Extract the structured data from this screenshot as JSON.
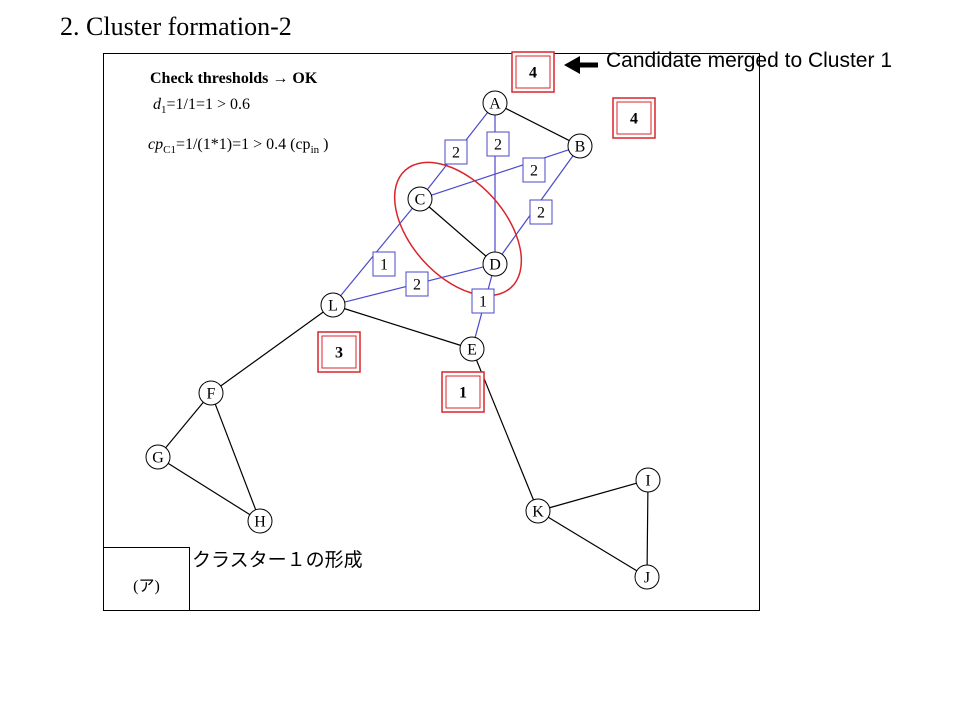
{
  "slide": {
    "title": "2. Cluster formation-2",
    "callout": "Candidate merged to Cluster 1",
    "caption_jp": "クラスター１の形成",
    "corner_label": "(ア)"
  },
  "notes": {
    "check": "Check thresholds",
    "arrow": "→",
    "ok": "OK",
    "d_var": "d",
    "d_sub": "1",
    "d_expr": "=1/1=1 > 0.6",
    "cp_var": "cp",
    "cp_sub": "C1",
    "cp_expr": "=1/(1*1)=1 > 0.4 (cp",
    "cp_in_sub": "in",
    "cp_close": " )"
  },
  "colors": {
    "edge_blue": "#4a4acb",
    "edge_black": "#000000",
    "cluster_ellipse": "#d9252b",
    "badge_border": "#d9252b"
  },
  "nodes": [
    {
      "id": "A",
      "label": "A"
    },
    {
      "id": "B",
      "label": "B"
    },
    {
      "id": "C",
      "label": "C"
    },
    {
      "id": "D",
      "label": "D"
    },
    {
      "id": "E",
      "label": "E"
    },
    {
      "id": "L",
      "label": "L"
    },
    {
      "id": "F",
      "label": "F"
    },
    {
      "id": "G",
      "label": "G"
    },
    {
      "id": "H",
      "label": "H"
    },
    {
      "id": "K",
      "label": "K"
    },
    {
      "id": "I",
      "label": "I"
    },
    {
      "id": "J",
      "label": "J"
    }
  ],
  "edges": [
    {
      "from": "A",
      "to": "C",
      "color": "blue"
    },
    {
      "from": "A",
      "to": "D",
      "color": "blue"
    },
    {
      "from": "A",
      "to": "B",
      "color": "black"
    },
    {
      "from": "B",
      "to": "C",
      "color": "blue"
    },
    {
      "from": "B",
      "to": "D",
      "color": "blue"
    },
    {
      "from": "C",
      "to": "D",
      "color": "black"
    },
    {
      "from": "C",
      "to": "L",
      "color": "blue"
    },
    {
      "from": "D",
      "to": "L",
      "color": "blue"
    },
    {
      "from": "D",
      "to": "E",
      "color": "blue"
    },
    {
      "from": "L",
      "to": "E",
      "color": "black"
    },
    {
      "from": "L",
      "to": "F",
      "color": "black"
    },
    {
      "from": "F",
      "to": "G",
      "color": "black"
    },
    {
      "from": "F",
      "to": "H",
      "color": "black"
    },
    {
      "from": "G",
      "to": "H",
      "color": "black"
    },
    {
      "from": "E",
      "to": "K",
      "color": "black"
    },
    {
      "from": "K",
      "to": "I",
      "color": "black"
    },
    {
      "from": "K",
      "to": "J",
      "color": "black"
    },
    {
      "from": "I",
      "to": "J",
      "color": "black"
    }
  ],
  "edge_labels": [
    {
      "id": "ac",
      "text": "2"
    },
    {
      "id": "ad",
      "text": "2"
    },
    {
      "id": "bc",
      "text": "2"
    },
    {
      "id": "bd",
      "text": "2"
    },
    {
      "id": "cl",
      "text": "1"
    },
    {
      "id": "dl",
      "text": "2"
    },
    {
      "id": "de",
      "text": "1"
    }
  ],
  "badges": [
    {
      "id": "top",
      "text": "4"
    },
    {
      "id": "right",
      "text": "4"
    },
    {
      "id": "l",
      "text": "3"
    },
    {
      "id": "e",
      "text": "1"
    }
  ]
}
